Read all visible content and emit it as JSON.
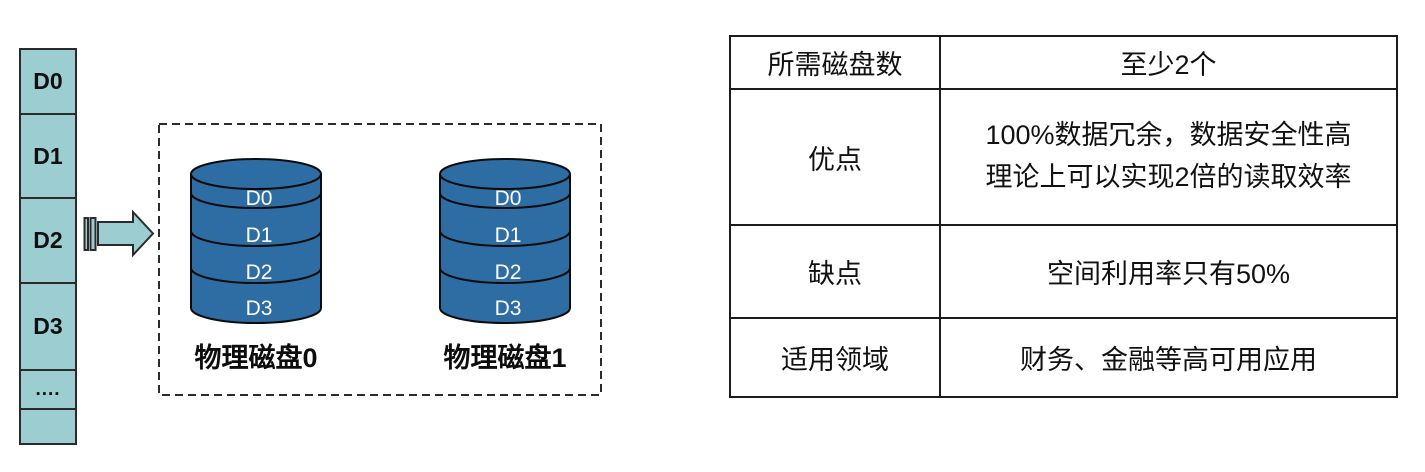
{
  "source_column": {
    "blocks": [
      {
        "label": "D0"
      },
      {
        "label": "D1"
      },
      {
        "label": "D2"
      },
      {
        "label": "D3"
      },
      {
        "label": "...."
      },
      {
        "label": ""
      }
    ]
  },
  "disks": {
    "segments": [
      "D0",
      "D1",
      "D2",
      "D3"
    ],
    "items": [
      {
        "label": "物理磁盘0"
      },
      {
        "label": "物理磁盘1"
      }
    ]
  },
  "table": {
    "rows": [
      {
        "header": "所需磁盘数",
        "value": "至少2个"
      },
      {
        "header": "优点",
        "value": "100%数据冗余，数据安全性高\n理论上可以实现2倍的读取效率"
      },
      {
        "header": "缺点",
        "value": "空间利用率只有50%"
      },
      {
        "header": "适用领域",
        "value": "财务、金融等高可用应用"
      }
    ]
  },
  "colors": {
    "block_fill": "#9CCED1",
    "disk_fill": "#2E6DA4",
    "outline": "#2B2B2B",
    "table_border": "#1C1C1C"
  }
}
